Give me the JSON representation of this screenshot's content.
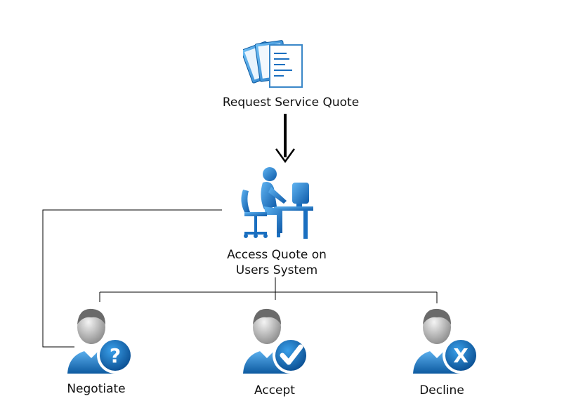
{
  "nodes": {
    "request": {
      "label": "Request Service Quote",
      "icon": "documents-icon"
    },
    "access": {
      "label_line1": "Access Quote on",
      "label_line2": "Users System",
      "icon": "user-at-computer-icon"
    },
    "negotiate": {
      "label": "Negotiate",
      "icon": "user-question-icon",
      "badge_glyph": "?"
    },
    "accept": {
      "label": "Accept",
      "icon": "user-check-icon"
    },
    "decline": {
      "label": "Decline",
      "icon": "user-x-icon",
      "badge_glyph": "X"
    }
  },
  "colors": {
    "primary_blue": "#1a78c8",
    "light_blue": "#4fa8e8",
    "dark_blue": "#0d4f96",
    "connector": "#000000",
    "head_gray": "#9a9a9a"
  }
}
